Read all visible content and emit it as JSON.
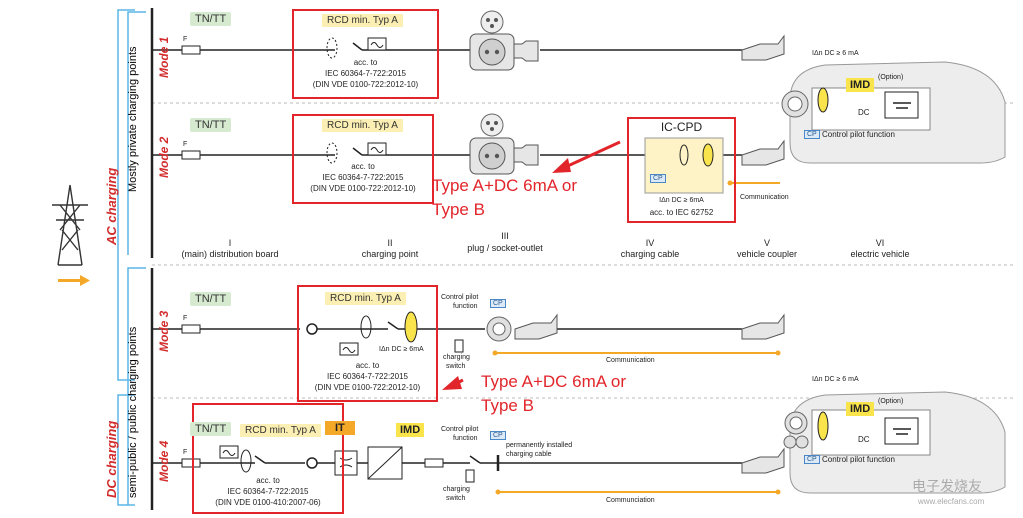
{
  "section": {
    "ac": "AC charging",
    "dc": "DC charging"
  },
  "side_labels": {
    "private": "Mostly private charging points",
    "public": "semi-public / public charging points"
  },
  "modes": {
    "m1": "Mode 1",
    "m2": "Mode 2",
    "m3": "Mode 3",
    "m4": "Mode 4"
  },
  "grid": {
    "tn": "TN/TT",
    "fuse": "F"
  },
  "rcd": {
    "title": "RCD min. Typ A",
    "acc": "acc. to",
    "std": "IEC 60364-7-722:2015",
    "din1": "(DIN VDE 0100-722:2012-10)",
    "din4": "(DIN VDE 0100-410:2007-06)"
  },
  "iccpd": {
    "title": "IC-CPD",
    "idn": "IΔn DC ≥ 6mA",
    "acc": "acc. to IEC 62752"
  },
  "columns": [
    {
      "num": "I",
      "label": "(main) distribution board"
    },
    {
      "num": "II",
      "label": "charging point"
    },
    {
      "num": "III",
      "label": "plug / socket-outlet"
    },
    {
      "num": "IV",
      "label": "charging cable"
    },
    {
      "num": "V",
      "label": "vehicle coupler"
    },
    {
      "num": "VI",
      "label": "electric vehicle"
    }
  ],
  "vehicle": {
    "idn": "IΔn DC ≥ 6 mA",
    "imd": "IMD",
    "option": "(Option)",
    "dc": "DC",
    "cp": "CP",
    "cp_text": "Control pilot function"
  },
  "comm": {
    "communication": "Communication",
    "communciation": "Communciation"
  },
  "control_pilot": {
    "line1": "Control pilot",
    "line2": "function",
    "cp": "CP"
  },
  "switch": {
    "line1": "charging",
    "line2": "switch"
  },
  "mode3": {
    "idn": "IΔn DC ≥ 6mA"
  },
  "mode4": {
    "it": "IT",
    "imd": "IMD",
    "cable1": "permanently installed",
    "cable2": "charging cable"
  },
  "annotations": {
    "a1": "Type A+DC 6mA or",
    "a2": "Type B"
  },
  "watermark": {
    "brand": "电子发烧友",
    "url": "www.elecfans.com"
  },
  "colors": {
    "red": "#e2252b",
    "orange": "#f4a828",
    "yellow": "#f9e44c",
    "blue": "#5bb6e8",
    "mode_red": "#d22c2c"
  }
}
